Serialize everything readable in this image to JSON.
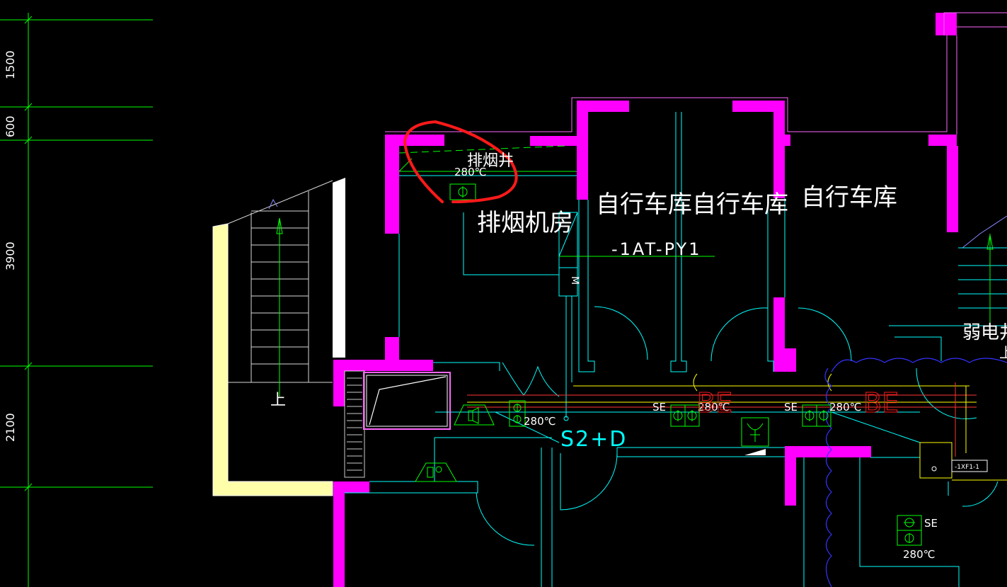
{
  "colors": {
    "background": "#000000",
    "wall": "#ff00ff",
    "dimension": "#00ff00",
    "door": "#00ffff",
    "text": "#ffffff",
    "duct": "#ffff00",
    "pipe": "#ff0000",
    "annotation": "#ff1a1a",
    "stair": "#ffffff",
    "cable": "#0000ff"
  },
  "dimensions": [
    "1500",
    "600",
    "3900",
    "2100"
  ],
  "rooms": {
    "smoke_shaft": "排烟井",
    "smoke_fan_room": "排烟机房",
    "bike_garage_1": "自行车库",
    "bike_garage_2": "自行车库",
    "bike_garage_3": "自行车库",
    "weak_current_shaft": "弱电井"
  },
  "labels": {
    "temp_shaft": "280℃",
    "temp_1": "280℃",
    "temp_2": "280℃",
    "temp_3": "280℃",
    "temp_4": "280℃",
    "equipment_tag": "-1AT-PY1",
    "motor": "M",
    "system_tag": "S2+D",
    "se_1": "SE",
    "se_2": "SE",
    "se_3": "SE",
    "be_1": "BE",
    "be_2": "BE",
    "stair_up": "上",
    "stair_up_right": "上",
    "tag_right": "-1XF1-1"
  },
  "icons": {
    "fire_damper": "fire-damper-icon",
    "fan": "fan-icon",
    "exhaust_outlet": "exhaust-outlet-icon",
    "markup": "red-markup-circle-icon"
  }
}
